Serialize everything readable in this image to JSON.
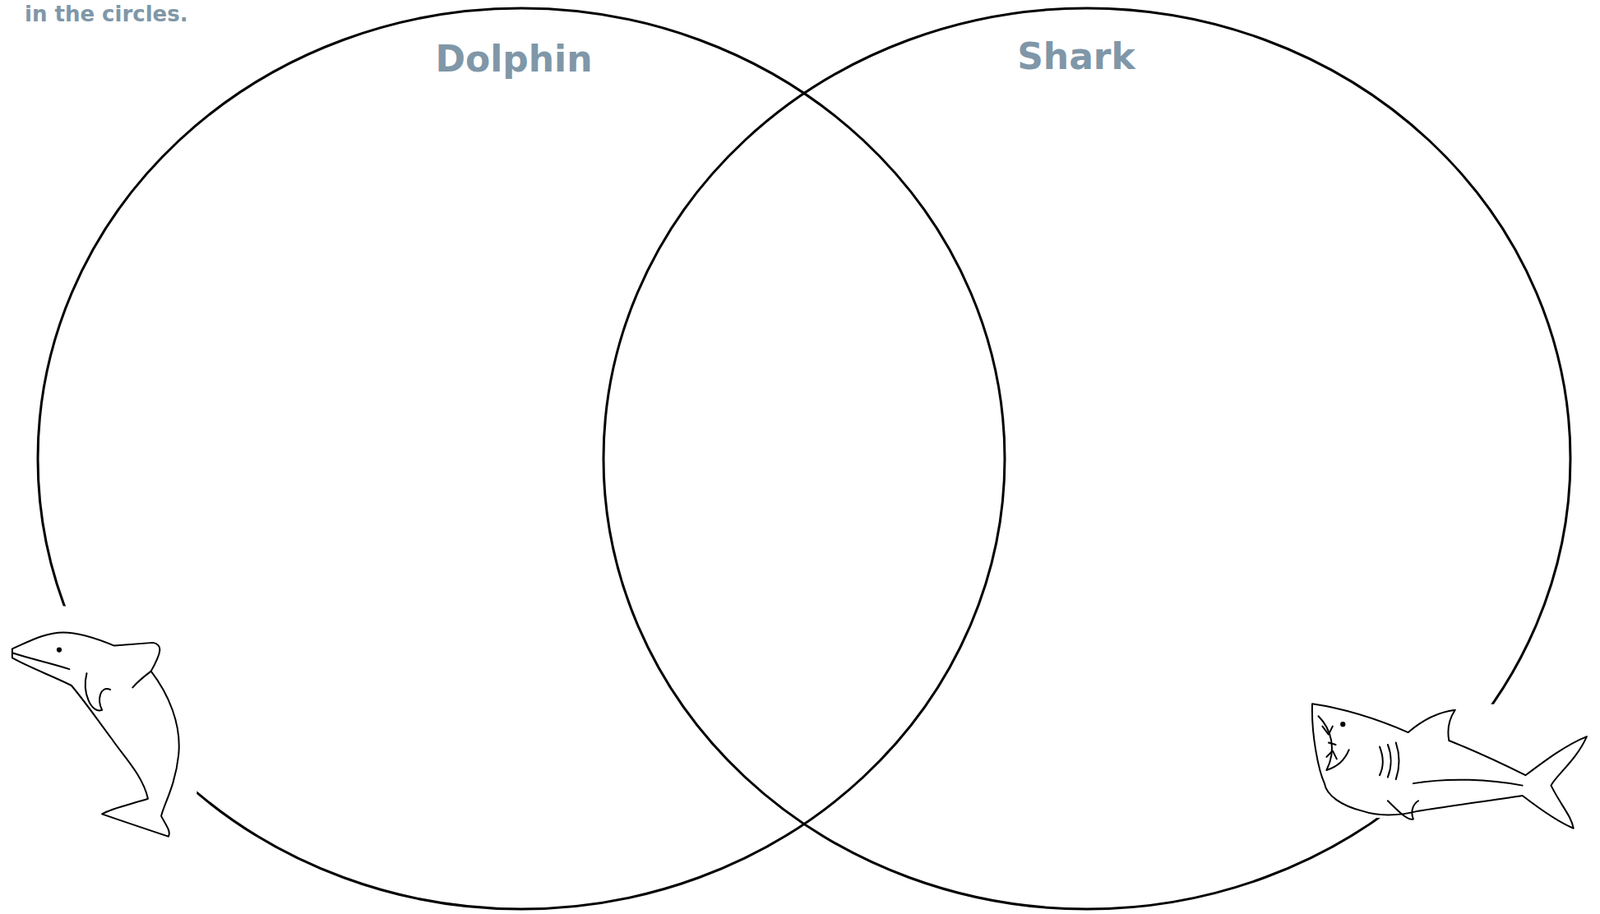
{
  "diagram": {
    "nodes": [
      {
        "text": [
          "Dolphin"
        ]
      },
      {
        "text": [
          "Shark"
        ]
      }
    ],
    "labels": [
      "in the circles."
    ]
  }
}
